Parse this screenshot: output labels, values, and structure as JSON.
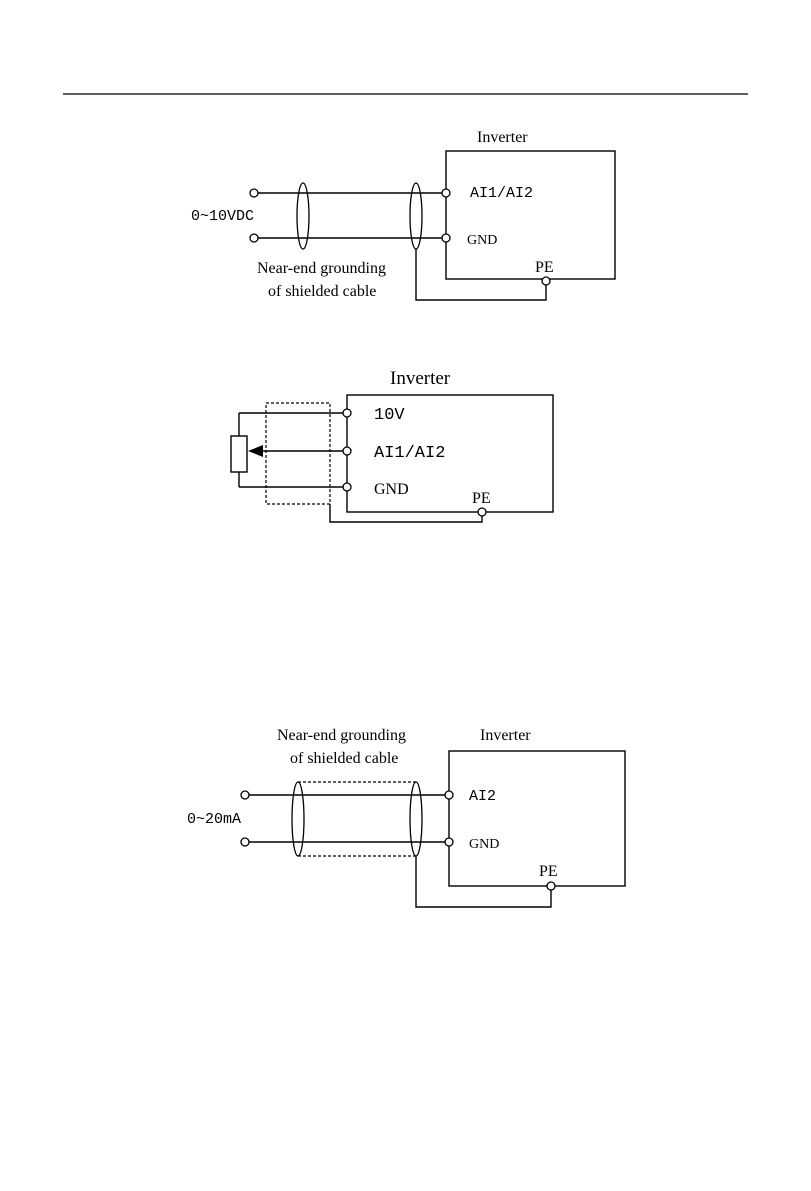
{
  "diagram1": {
    "inverter_label": "Inverter",
    "source_label": "0~10VDC",
    "terminal_top": "AI1/AI2",
    "terminal_bottom": "GND",
    "pe_label": "PE",
    "note_line1": "Near-end grounding",
    "note_line2": "of shielded cable"
  },
  "diagram2": {
    "inverter_label": "Inverter",
    "terminal_top": "10V",
    "terminal_mid": "AI1/AI2",
    "terminal_bottom": "GND",
    "pe_label": "PE"
  },
  "diagram3": {
    "inverter_label": "Inverter",
    "source_label": "0~20mA",
    "terminal_top": "AI2",
    "terminal_bottom": "GND",
    "pe_label": "PE",
    "note_line1": "Near-end grounding",
    "note_line2": "of shielded cable"
  }
}
